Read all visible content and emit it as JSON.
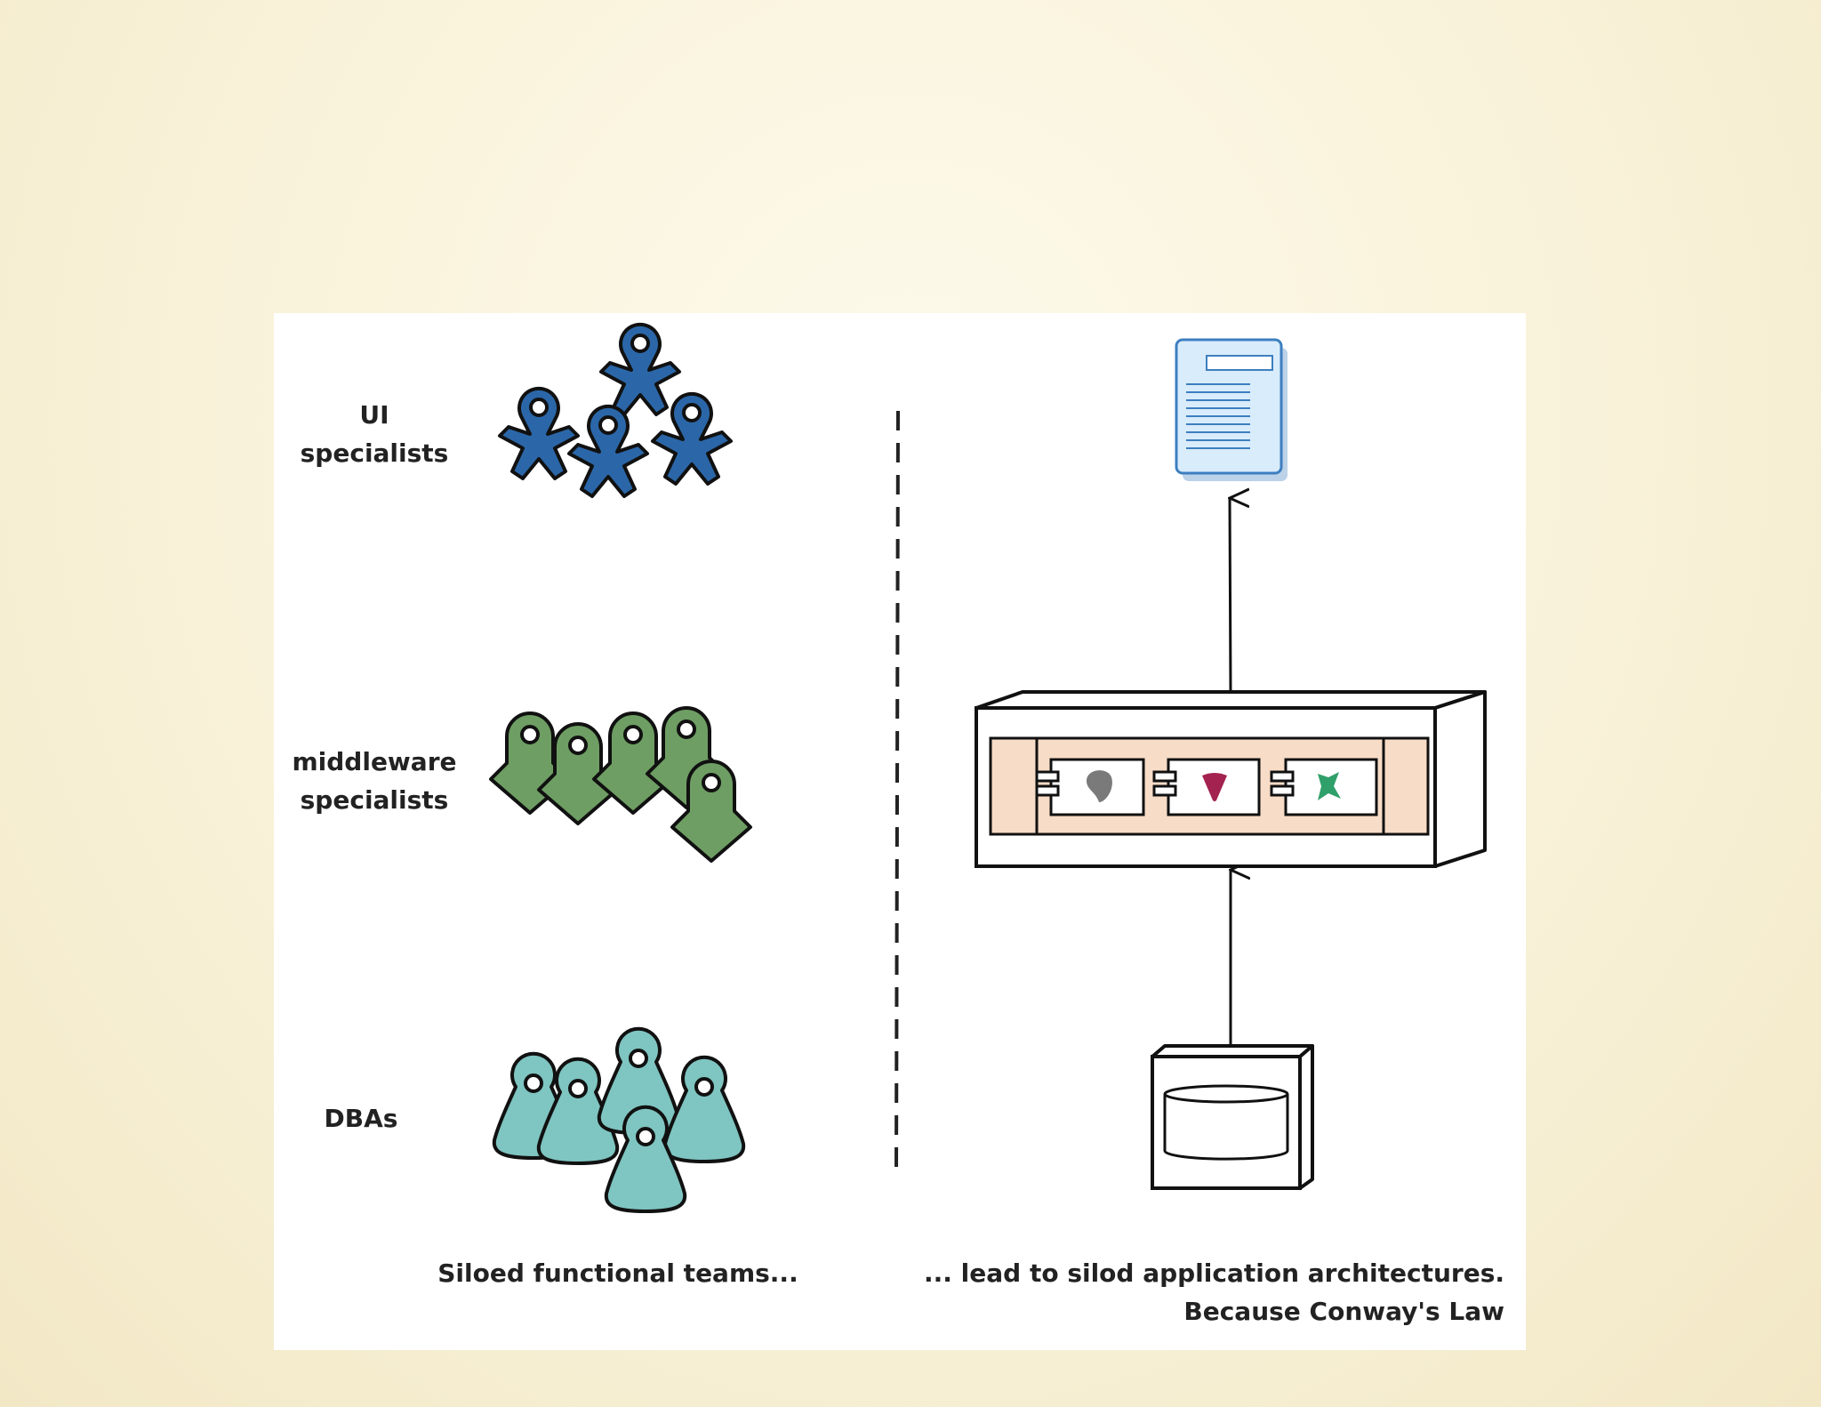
{
  "groups": [
    {
      "line1": "UI",
      "line2": "specialists",
      "color": "#2b67a8"
    },
    {
      "line1": "middleware",
      "line2": "specialists",
      "color": "#6e9e63"
    },
    {
      "line1": "DBAs",
      "line2": "",
      "color": "#7fc5c1"
    }
  ],
  "captions": {
    "left": "Siloed functional teams...",
    "right_line1": "... lead to silod application architectures.",
    "right_line2": "Because Conway's Law"
  },
  "colors": {
    "background": "#f9f2d9",
    "panel": "#ffffff",
    "document_fill": "#d9ecfb",
    "document_stroke": "#3d7fc0",
    "server_inner": "#f7dcc7",
    "component_gray": "#7a7a7a",
    "component_red": "#a32250",
    "component_green": "#2fa06a"
  },
  "icons": {
    "document": "document-icon",
    "server": "app-server-icon",
    "database": "database-icon"
  }
}
